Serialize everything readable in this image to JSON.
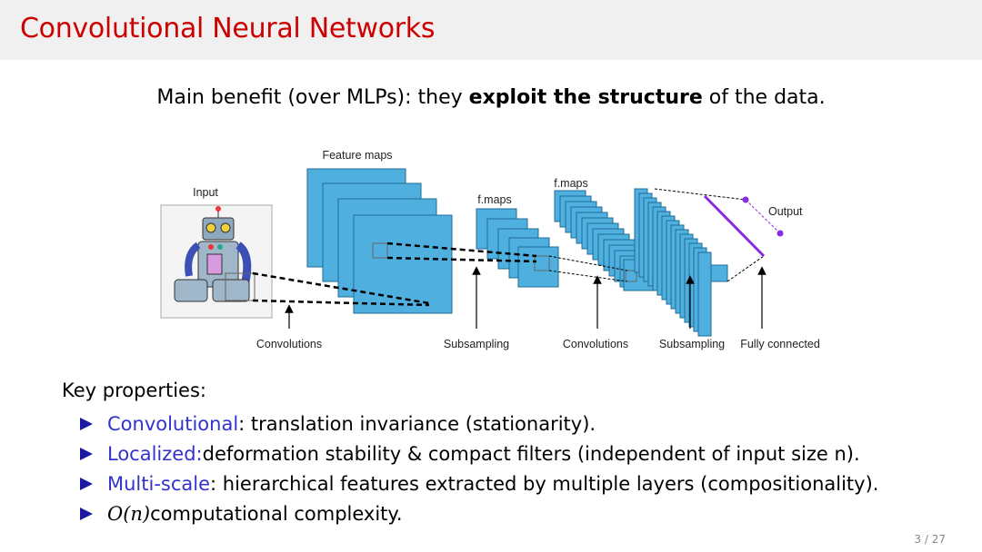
{
  "slide": {
    "title": "Convolutional Neural Networks",
    "intro": {
      "prefix": "Main benefit (over MLPs): they ",
      "emphasis": "exploit the structure",
      "suffix": " of the data."
    },
    "key_title": "Key properties:",
    "bullets": [
      {
        "keyword": "Convolutional",
        "text": ": translation invariance (stationarity)."
      },
      {
        "keyword": "Localized:",
        "text": " deformation stability & compact filters (independent of input size n)."
      },
      {
        "keyword": "Multi-scale",
        "text": ": hierarchical features extracted by multiple layers (compositionality)."
      },
      {
        "keyword": "O(n)",
        "text": " computational complexity."
      }
    ],
    "page_number": "3 / 27"
  },
  "diagram": {
    "labels": {
      "input": "Input",
      "feature_maps": "Feature maps",
      "f_maps_1": "f.maps",
      "f_maps_2": "f.maps",
      "output": "Output"
    },
    "stages": [
      "Convolutions",
      "Subsampling",
      "Convolutions",
      "Subsampling",
      "Fully connected"
    ],
    "colors": {
      "map_fill": "#4fb0e0",
      "map_stroke": "#1f6d96",
      "output": "#8a2be2"
    }
  }
}
